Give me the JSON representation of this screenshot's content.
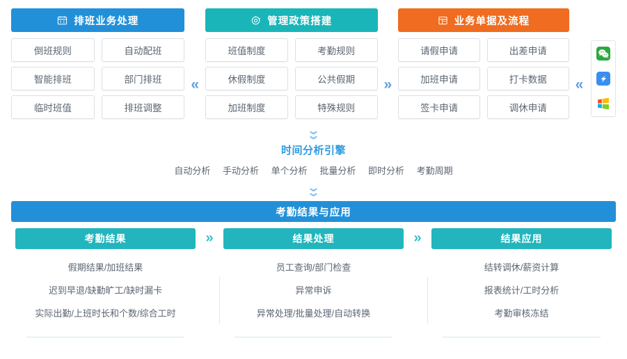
{
  "top_panels": [
    {
      "title": "排班业务处理",
      "icon": "calendar-icon",
      "color": "#2290d8",
      "tiles": [
        "倒班规则",
        "自动配班",
        "智能排班",
        "部门排班",
        "临时班值",
        "排班调整"
      ]
    },
    {
      "title": "管理政策搭建",
      "icon": "gear-icon",
      "color": "#1ab5b8",
      "tiles": [
        "班值制度",
        "考勤规则",
        "休假制度",
        "公共假期",
        "加班制度",
        "特殊规则"
      ]
    },
    {
      "title": "业务单据及流程",
      "icon": "form-icon",
      "color": "#ef6c20",
      "tiles": [
        "请假申请",
        "出差申请",
        "加班申请",
        "打卡数据",
        "签卡申请",
        "调休申请"
      ]
    }
  ],
  "connectors": {
    "panel1_to_panel2": "«",
    "panel2_to_panel3": "»",
    "panel3_to_apps": "«",
    "bottom_sep": "»"
  },
  "app_strip": {
    "icons": [
      "wechat-icon",
      "dingtalk-icon",
      "windows-icon"
    ]
  },
  "engine": {
    "arrow_down": "chevron-double-down",
    "title": "时间分析引擎",
    "terms": [
      "自动分析",
      "手动分析",
      "单个分析",
      "批量分析",
      "即时分析",
      "考勤周期"
    ]
  },
  "bottom": {
    "banner": "考勤结果与应用",
    "banner_color": "#2290d8",
    "head_color": "#22b5bd",
    "columns": [
      {
        "title": "考勤结果",
        "items": [
          "假期结果/加班结果",
          "迟到早退/缺勤旷工/缺时漏卡",
          "实际出勤/上班时长和个数/综合工时"
        ]
      },
      {
        "title": "结果处理",
        "items": [
          "员工查询/部门检查",
          "异常申诉",
          "异常处理/批量处理/自动转换"
        ]
      },
      {
        "title": "结果应用",
        "items": [
          "结转调休/薪资计算",
          "报表统计/工时分析",
          "考勤审核冻结"
        ]
      }
    ]
  }
}
